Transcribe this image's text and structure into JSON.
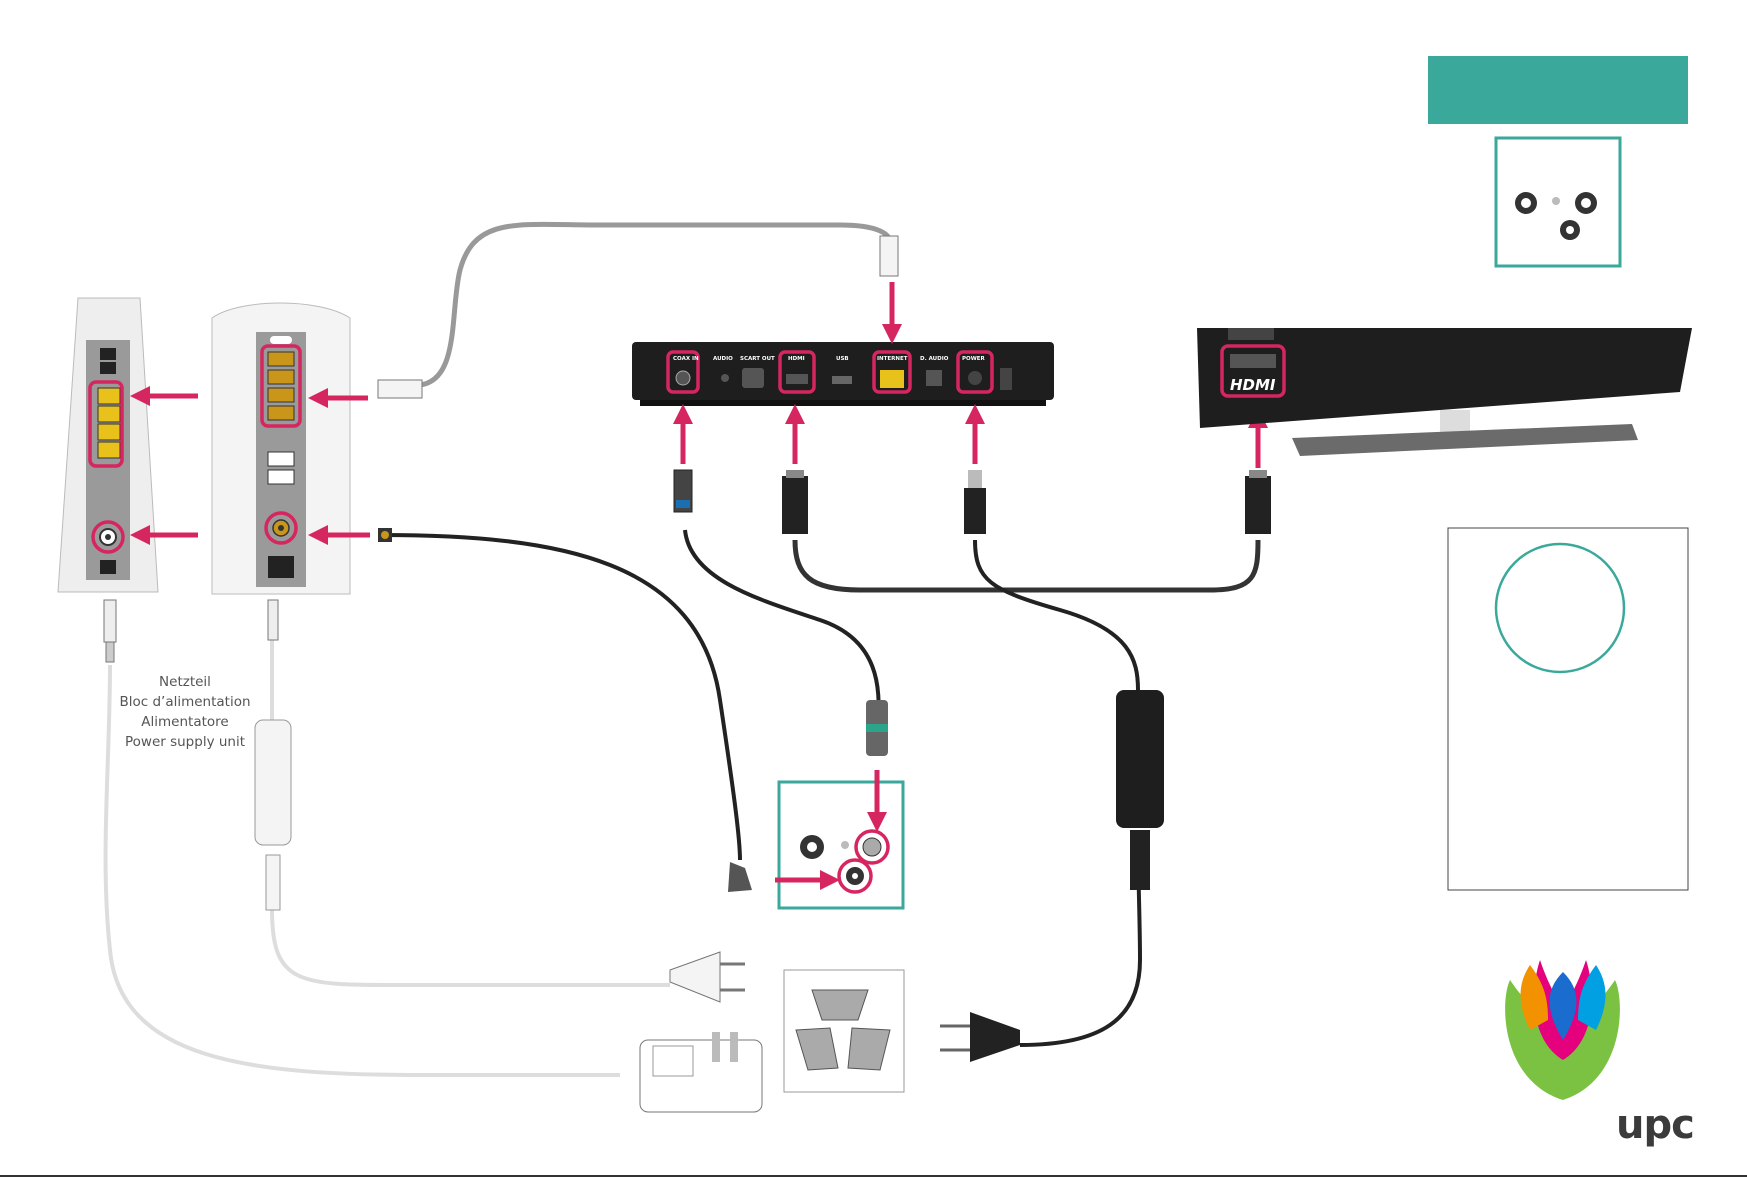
{
  "psu_label": {
    "line1": "Netzteil",
    "line2": "Bloc d’alimentation",
    "line3": "Alimentatore",
    "line4": "Power supply unit"
  },
  "stb_ports": {
    "coax_in": "COAX IN",
    "audio": "AUDIO",
    "scart_out": "SCART OUT",
    "hdmi": "HDMI",
    "usb": "USB",
    "internet": "INTERNET",
    "d_audio": "D. AUDIO",
    "power": "POWER"
  },
  "tv_port_label": "HDMI",
  "brand": "upc",
  "colors": {
    "accent_teal": "#3aa99b",
    "highlight_pink": "#d6265f",
    "device_black": "#1e1e1e",
    "port_yellow": "#e8c21a"
  },
  "icons": {
    "arrow": "pink-arrow-icon",
    "wall_outlet": "swiss-wall-outlet-icon",
    "multimedia_outlet": "tv-multimedia-outlet-icon",
    "logo": "upc-flower-logo"
  }
}
